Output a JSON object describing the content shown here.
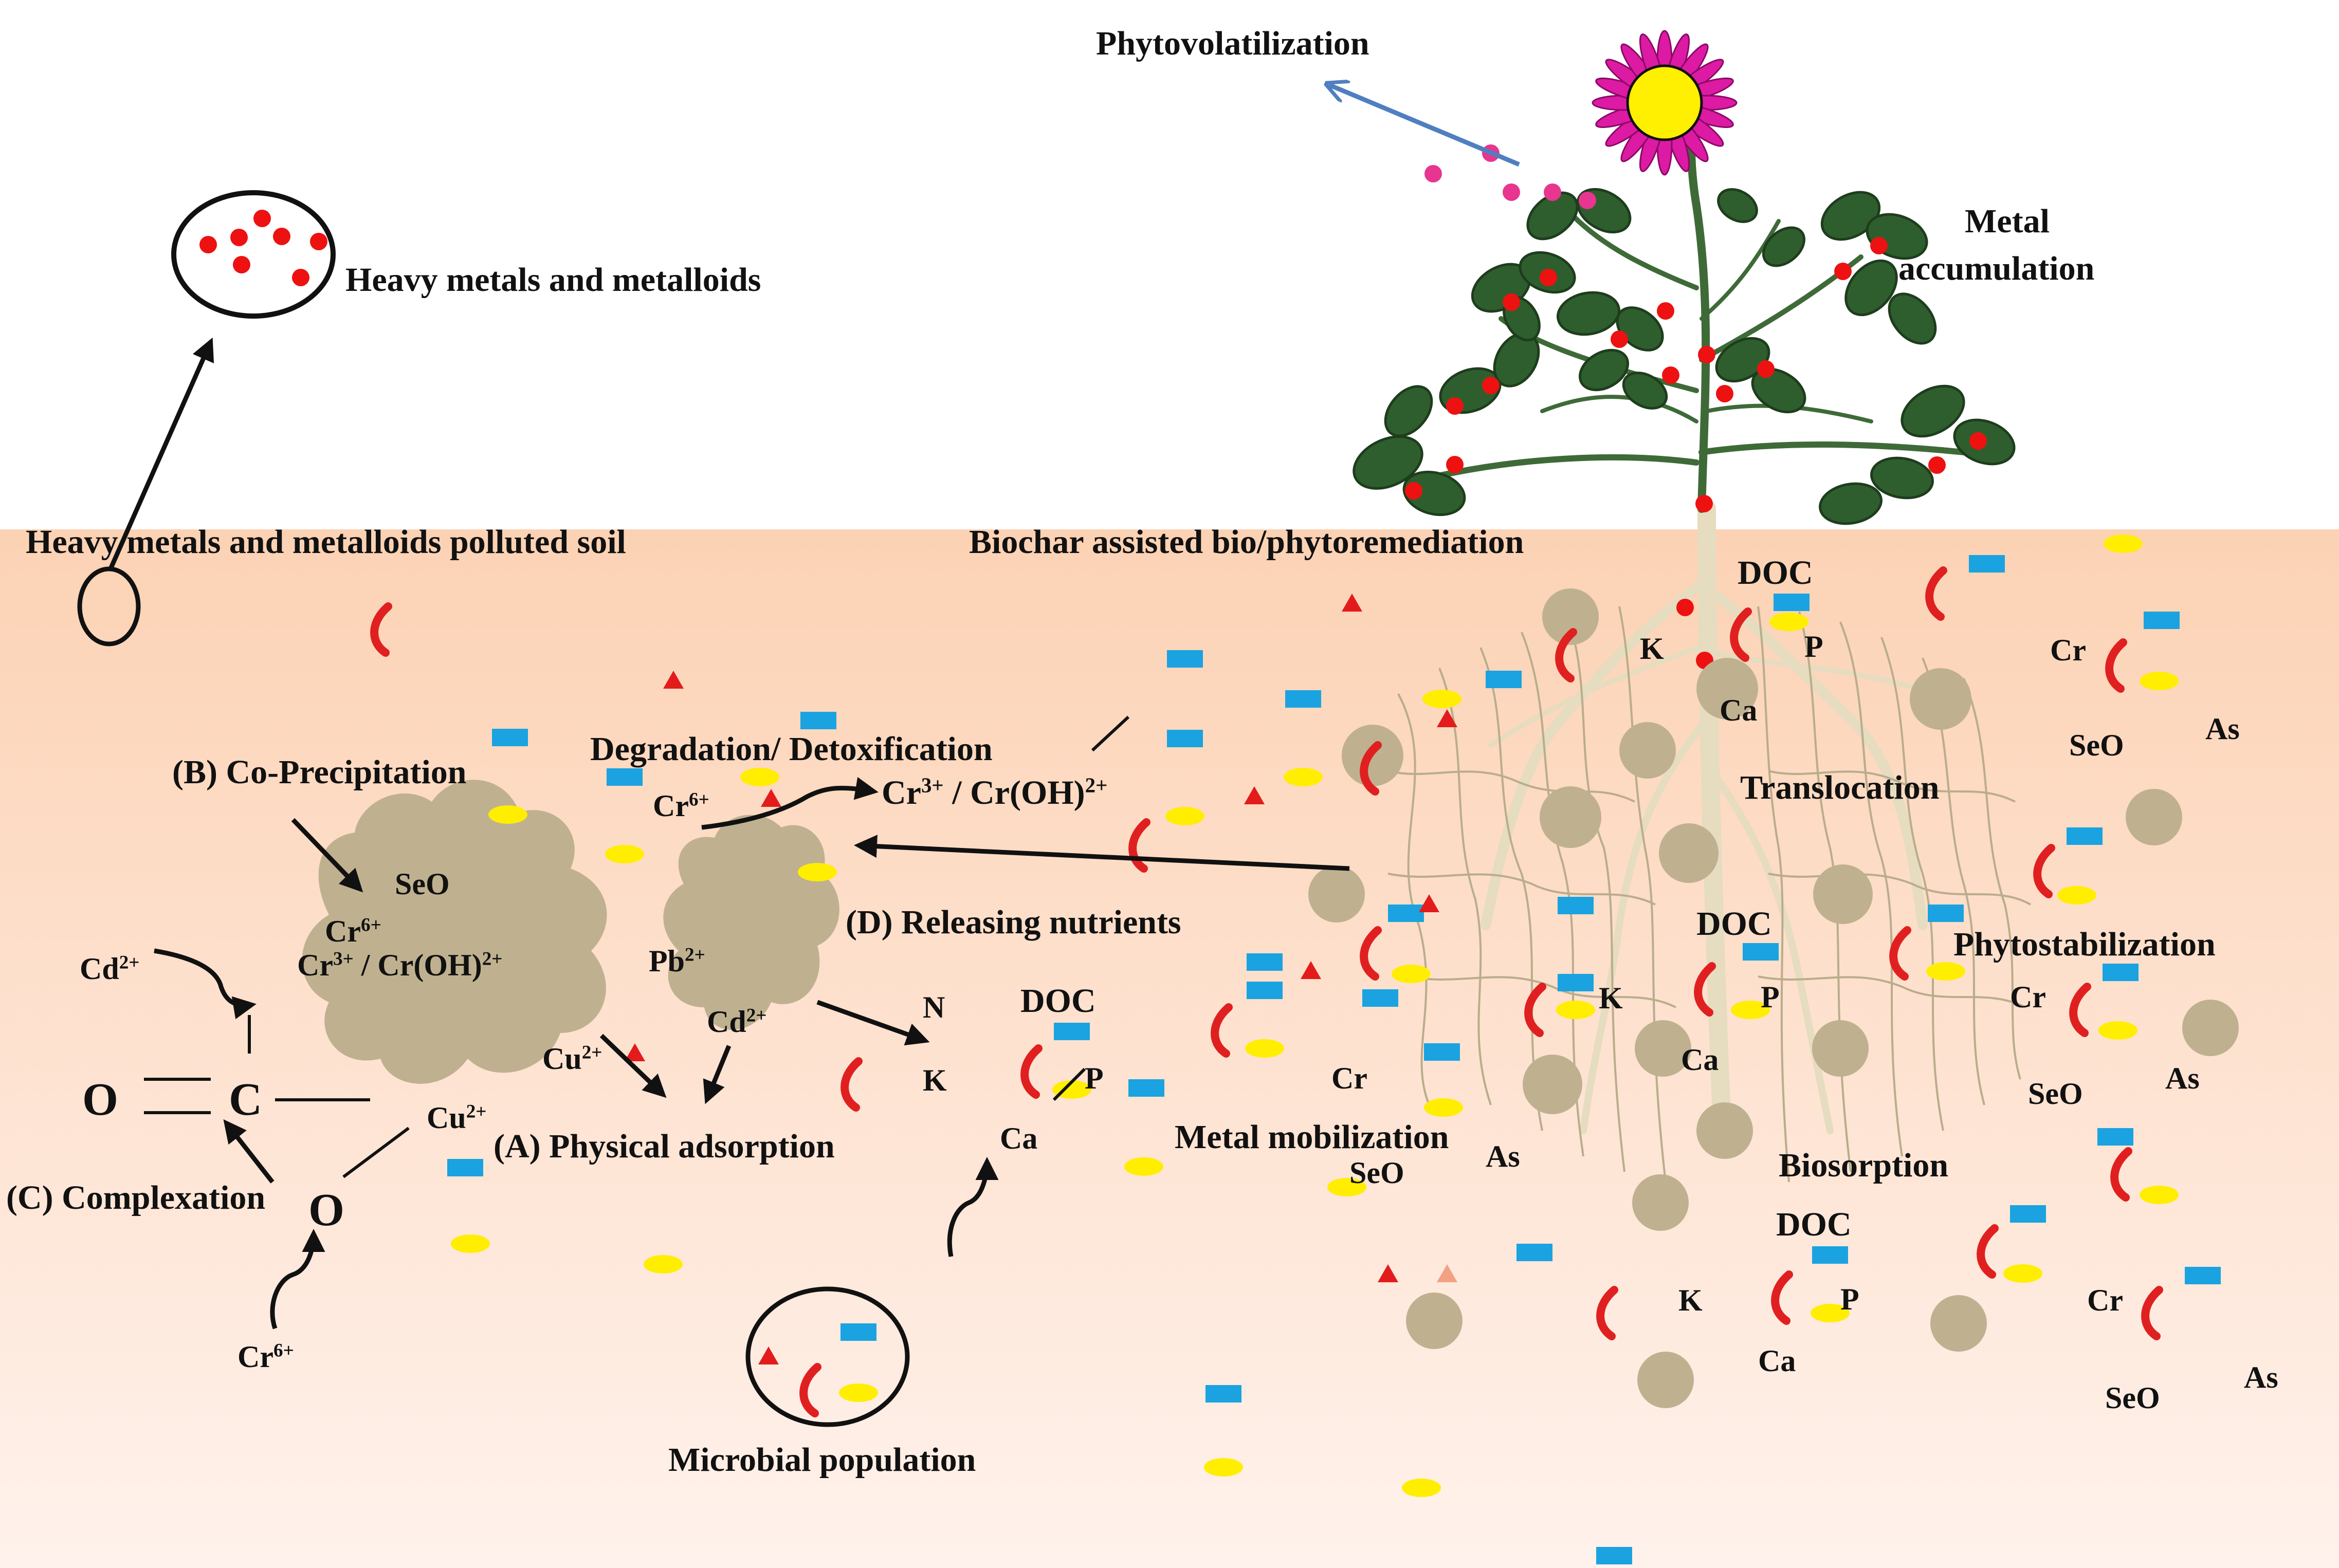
{
  "colors": {
    "soil_top": "#fcd3b7",
    "soil_bottom": "#fff1ea",
    "biochar": "#bfb190",
    "metal_dot": "#ee1111",
    "microbe_crescent": "#e02020",
    "blue_chip": "#1aa3e0",
    "yellow_ellipse": "#ffee00",
    "leaf": "#2f5e2e",
    "petal": "#dd1aa4",
    "flower_center": "#ffef00",
    "arrow_blue": "#4f7fbf",
    "root": "#e6dcc0"
  },
  "labels": {
    "phytovolatilization": "Phytovolatilization",
    "metal_accumulation_1": "Metal",
    "metal_accumulation_2": "accumulation",
    "heavy_metals": "Heavy metals and metalloids",
    "polluted_soil": "Heavy metals and metalloids polluted soil",
    "biochar_assisted": "Biochar assisted bio/phytoremediation",
    "co_precipitation": "(B) Co-Precipitation",
    "degradation": "Degradation/ Detoxification",
    "releasing_nutrients": "(D) Releasing nutrients",
    "physical_adsorption": "(A) Physical adsorption",
    "complexation": "(C) Complexation",
    "microbial_population": "Microbial population",
    "metal_mobilization": "Metal mobilization",
    "translocation": "Translocation",
    "phytostabilization": "Phytostabilization",
    "biosorption": "Biosorption"
  },
  "chem": {
    "seo": "SeO",
    "cr": "Cr",
    "cr6": "6+",
    "cr3_a": "Cr",
    "cr3_b": "3+",
    "cr3_c": " / Cr(OH)",
    "cr3_d": "2+",
    "pb": "Pb",
    "pb_sup": "2+",
    "cd": "Cd",
    "cd_sup": "2+",
    "cu": "Cu",
    "cu_sup": "2+",
    "o": "O",
    "c": "C",
    "n": "N",
    "k": "K",
    "p": "P",
    "ca": "Ca",
    "doc": "DOC",
    "as": "As"
  }
}
